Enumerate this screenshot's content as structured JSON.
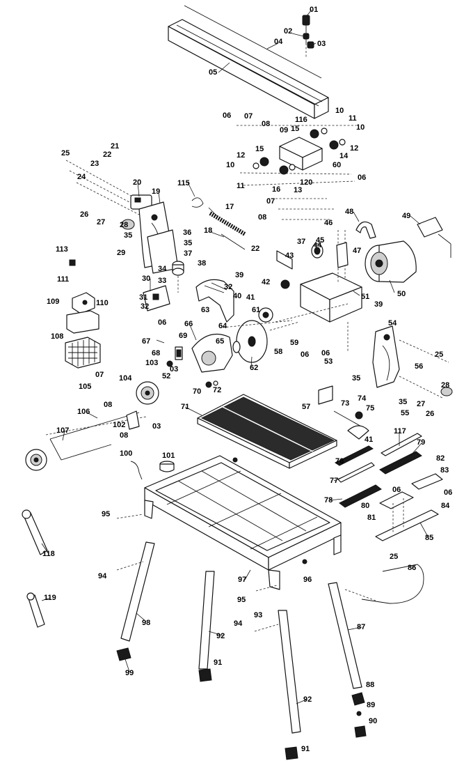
{
  "callouts": [
    {
      "id": "01",
      "label": "01"
    },
    {
      "id": "02",
      "label": "02"
    },
    {
      "id": "03a",
      "label": "03"
    },
    {
      "id": "04",
      "label": "04"
    },
    {
      "id": "05",
      "label": "05"
    },
    {
      "id": "06a",
      "label": "06"
    },
    {
      "id": "07a",
      "label": "07"
    },
    {
      "id": "08a",
      "label": "08"
    },
    {
      "id": "116",
      "label": "116"
    },
    {
      "id": "10a",
      "label": "10"
    },
    {
      "id": "11a",
      "label": "11"
    },
    {
      "id": "09",
      "label": "09"
    },
    {
      "id": "15a",
      "label": "15"
    },
    {
      "id": "15b",
      "label": "15"
    },
    {
      "id": "10b",
      "label": "10"
    },
    {
      "id": "12a",
      "label": "12"
    },
    {
      "id": "14",
      "label": "14"
    },
    {
      "id": "60",
      "label": "60"
    },
    {
      "id": "12b",
      "label": "12"
    },
    {
      "id": "10c",
      "label": "10"
    },
    {
      "id": "11b",
      "label": "11"
    },
    {
      "id": "16",
      "label": "16"
    },
    {
      "id": "13",
      "label": "13"
    },
    {
      "id": "120",
      "label": "120"
    },
    {
      "id": "06b",
      "label": "06"
    },
    {
      "id": "07b",
      "label": "07"
    },
    {
      "id": "08b",
      "label": "08"
    },
    {
      "id": "25a",
      "label": "25"
    },
    {
      "id": "21",
      "label": "21"
    },
    {
      "id": "22a",
      "label": "22"
    },
    {
      "id": "23",
      "label": "23"
    },
    {
      "id": "24",
      "label": "24"
    },
    {
      "id": "20",
      "label": "20"
    },
    {
      "id": "19",
      "label": "19"
    },
    {
      "id": "26a",
      "label": "26"
    },
    {
      "id": "27a",
      "label": "27"
    },
    {
      "id": "28a",
      "label": "28"
    },
    {
      "id": "115",
      "label": "115"
    },
    {
      "id": "17",
      "label": "17"
    },
    {
      "id": "18",
      "label": "18"
    },
    {
      "id": "48",
      "label": "48"
    },
    {
      "id": "49",
      "label": "49"
    },
    {
      "id": "46",
      "label": "46"
    },
    {
      "id": "45",
      "label": "45"
    },
    {
      "id": "22b",
      "label": "22"
    },
    {
      "id": "37a",
      "label": "37"
    },
    {
      "id": "44",
      "label": "44"
    },
    {
      "id": "47",
      "label": "47"
    },
    {
      "id": "43",
      "label": "43"
    },
    {
      "id": "36",
      "label": "36"
    },
    {
      "id": "35a",
      "label": "35"
    },
    {
      "id": "35b",
      "label": "35"
    },
    {
      "id": "37b",
      "label": "37"
    },
    {
      "id": "29",
      "label": "29"
    },
    {
      "id": "113",
      "label": "113"
    },
    {
      "id": "34",
      "label": "34"
    },
    {
      "id": "38",
      "label": "38"
    },
    {
      "id": "39a",
      "label": "39"
    },
    {
      "id": "42",
      "label": "42"
    },
    {
      "id": "50",
      "label": "50"
    },
    {
      "id": "51",
      "label": "51"
    },
    {
      "id": "39b",
      "label": "39"
    },
    {
      "id": "30",
      "label": "30"
    },
    {
      "id": "33",
      "label": "33"
    },
    {
      "id": "32a",
      "label": "32"
    },
    {
      "id": "40",
      "label": "40"
    },
    {
      "id": "41",
      "label": "41"
    },
    {
      "id": "111",
      "label": "111"
    },
    {
      "id": "109",
      "label": "109"
    },
    {
      "id": "110",
      "label": "110"
    },
    {
      "id": "31",
      "label": "31"
    },
    {
      "id": "32b",
      "label": "32"
    },
    {
      "id": "06c",
      "label": "06"
    },
    {
      "id": "63",
      "label": "63"
    },
    {
      "id": "61",
      "label": "61"
    },
    {
      "id": "64",
      "label": "64"
    },
    {
      "id": "66",
      "label": "66"
    },
    {
      "id": "65",
      "label": "65"
    },
    {
      "id": "59",
      "label": "59"
    },
    {
      "id": "58",
      "label": "58"
    },
    {
      "id": "06d",
      "label": "06"
    },
    {
      "id": "53",
      "label": "53"
    },
    {
      "id": "54",
      "label": "54"
    },
    {
      "id": "108",
      "label": "108"
    },
    {
      "id": "67",
      "label": "67"
    },
    {
      "id": "69",
      "label": "69"
    },
    {
      "id": "68",
      "label": "68"
    },
    {
      "id": "62",
      "label": "62"
    },
    {
      "id": "03b",
      "label": "03"
    },
    {
      "id": "103",
      "label": "103"
    },
    {
      "id": "06e",
      "label": "06"
    },
    {
      "id": "25b",
      "label": "25"
    },
    {
      "id": "56",
      "label": "56"
    },
    {
      "id": "35c",
      "label": "35"
    },
    {
      "id": "28b",
      "label": "28"
    },
    {
      "id": "07c",
      "label": "07"
    },
    {
      "id": "104",
      "label": "104"
    },
    {
      "id": "52",
      "label": "52"
    },
    {
      "id": "70",
      "label": "70"
    },
    {
      "id": "72",
      "label": "72"
    },
    {
      "id": "35d",
      "label": "35"
    },
    {
      "id": "27b",
      "label": "27"
    },
    {
      "id": "55",
      "label": "55"
    },
    {
      "id": "26b",
      "label": "26"
    },
    {
      "id": "105",
      "label": "105"
    },
    {
      "id": "57",
      "label": "57"
    },
    {
      "id": "08c",
      "label": "08"
    },
    {
      "id": "106",
      "label": "106"
    },
    {
      "id": "71",
      "label": "71"
    },
    {
      "id": "73",
      "label": "73"
    },
    {
      "id": "74",
      "label": "74"
    },
    {
      "id": "75",
      "label": "75"
    },
    {
      "id": "102",
      "label": "102"
    },
    {
      "id": "107",
      "label": "107"
    },
    {
      "id": "08d",
      "label": "08"
    },
    {
      "id": "03c",
      "label": "03"
    },
    {
      "id": "117",
      "label": "117"
    },
    {
      "id": "79",
      "label": "79"
    },
    {
      "id": "41b",
      "label": "41"
    },
    {
      "id": "100",
      "label": "100"
    },
    {
      "id": "101",
      "label": "101"
    },
    {
      "id": "76",
      "label": "76"
    },
    {
      "id": "82",
      "label": "82"
    },
    {
      "id": "83",
      "label": "83"
    },
    {
      "id": "77",
      "label": "77"
    },
    {
      "id": "06f",
      "label": "06"
    },
    {
      "id": "06g",
      "label": "06"
    },
    {
      "id": "78",
      "label": "78"
    },
    {
      "id": "80",
      "label": "80"
    },
    {
      "id": "84",
      "label": "84"
    },
    {
      "id": "95a",
      "label": "95"
    },
    {
      "id": "81",
      "label": "81"
    },
    {
      "id": "85",
      "label": "85"
    },
    {
      "id": "118",
      "label": "118"
    },
    {
      "id": "25c",
      "label": "25"
    },
    {
      "id": "86",
      "label": "86"
    },
    {
      "id": "94a",
      "label": "94"
    },
    {
      "id": "97",
      "label": "97"
    },
    {
      "id": "96",
      "label": "96"
    },
    {
      "id": "95b",
      "label": "95"
    },
    {
      "id": "119",
      "label": "119"
    },
    {
      "id": "98",
      "label": "98"
    },
    {
      "id": "93",
      "label": "93"
    },
    {
      "id": "94b",
      "label": "94"
    },
    {
      "id": "92a",
      "label": "92"
    },
    {
      "id": "87",
      "label": "87"
    },
    {
      "id": "91a",
      "label": "91"
    },
    {
      "id": "99",
      "label": "99"
    },
    {
      "id": "88",
      "label": "88"
    },
    {
      "id": "89",
      "label": "89"
    },
    {
      "id": "92b",
      "label": "92"
    },
    {
      "id": "90",
      "label": "90"
    },
    {
      "id": "91b",
      "label": "91"
    }
  ]
}
